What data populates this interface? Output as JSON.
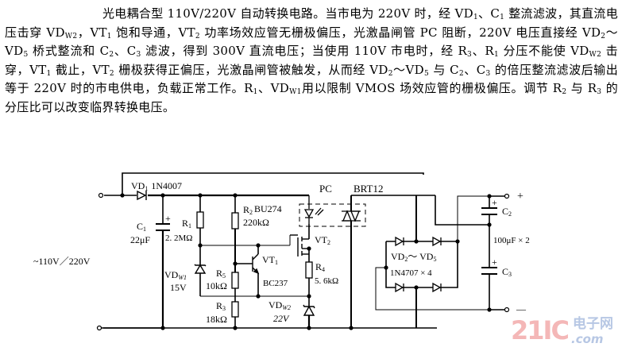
{
  "description": {
    "title": "光电耦合型 110V/220V 自动转换电路。",
    "sentences": [
      "当市电为 220V 时，经 VD",
      "1",
      "、C",
      "1",
      " 整流滤波，其直流电压击穿 VD",
      "W2",
      "，VT",
      "1",
      " 饱和导通，VT",
      "2",
      " 功率场效应管无栅极偏压，光激晶闸管 PC 阻断，220V 电压直接经 VD",
      "2",
      "～VD",
      "5",
      " 桥式整流和 C",
      "2",
      "、C",
      "3",
      " 滤波，得到 300V 直流电压；当使用 110V 市电时，经 R",
      "3",
      "、R",
      "1",
      " 分压不能使 VD",
      "W2",
      " 击穿，VT",
      "1",
      " 截止，VT",
      "2",
      " 栅极获得正偏压，光激晶闸管被触发，从而经 VD",
      "2",
      "～VD",
      "5",
      " 与 C",
      "2",
      "、C",
      "3",
      " 的倍压整流滤波后输出等于 220V 时的市电供电，负载正常工作。R",
      "1",
      "、VD",
      "W1",
      "用以限制 VMOS 场效应管的栅极偏压。调节 R",
      "2",
      " 与 R",
      "3",
      " 的分压比可以改变临界转换电压。"
    ]
  },
  "schematic": {
    "input_label": "~110V／220V",
    "components": {
      "vd1": {
        "ref": "VD",
        "sub": "1",
        "value": "1N4007"
      },
      "c1": {
        "ref": "C",
        "sub": "1",
        "value": "22μF"
      },
      "r1": {
        "ref": "R",
        "sub": "1",
        "value": "2. 2MΩ"
      },
      "r2": {
        "ref": "R",
        "sub": "2",
        "part": "BU274",
        "value": "220kΩ"
      },
      "r5": {
        "ref": "R",
        "sub": "5",
        "value": "10kΩ"
      },
      "r3": {
        "ref": "R",
        "sub": "3",
        "value": "18kΩ"
      },
      "vdw1": {
        "ref": "VD",
        "sub": "W1",
        "value": "15V"
      },
      "vt1": {
        "ref": "VT",
        "sub": "1",
        "value": "BC237"
      },
      "vt2": {
        "ref": "VT",
        "sub": "2"
      },
      "r4": {
        "ref": "R",
        "sub": "4",
        "value": "5. 6kΩ"
      },
      "vdw2": {
        "ref": "VD",
        "sub": "W2",
        "value": "22V"
      },
      "pc": {
        "ref": "PC",
        "value": "BRT12"
      },
      "bridge": {
        "ref": "VD",
        "sub_from": "2",
        "sub_to": "5",
        "value": "1N4707 × 4"
      },
      "c2": {
        "ref": "C",
        "sub": "2"
      },
      "c3": {
        "ref": "C",
        "sub": "3"
      },
      "c23_value": "100μF × 2"
    },
    "output": {
      "plus": "+",
      "minus": "—"
    },
    "cap_plus": "+"
  },
  "watermark": {
    "number": "21IC",
    "site_cn": "电子网",
    "domain": ".com"
  }
}
